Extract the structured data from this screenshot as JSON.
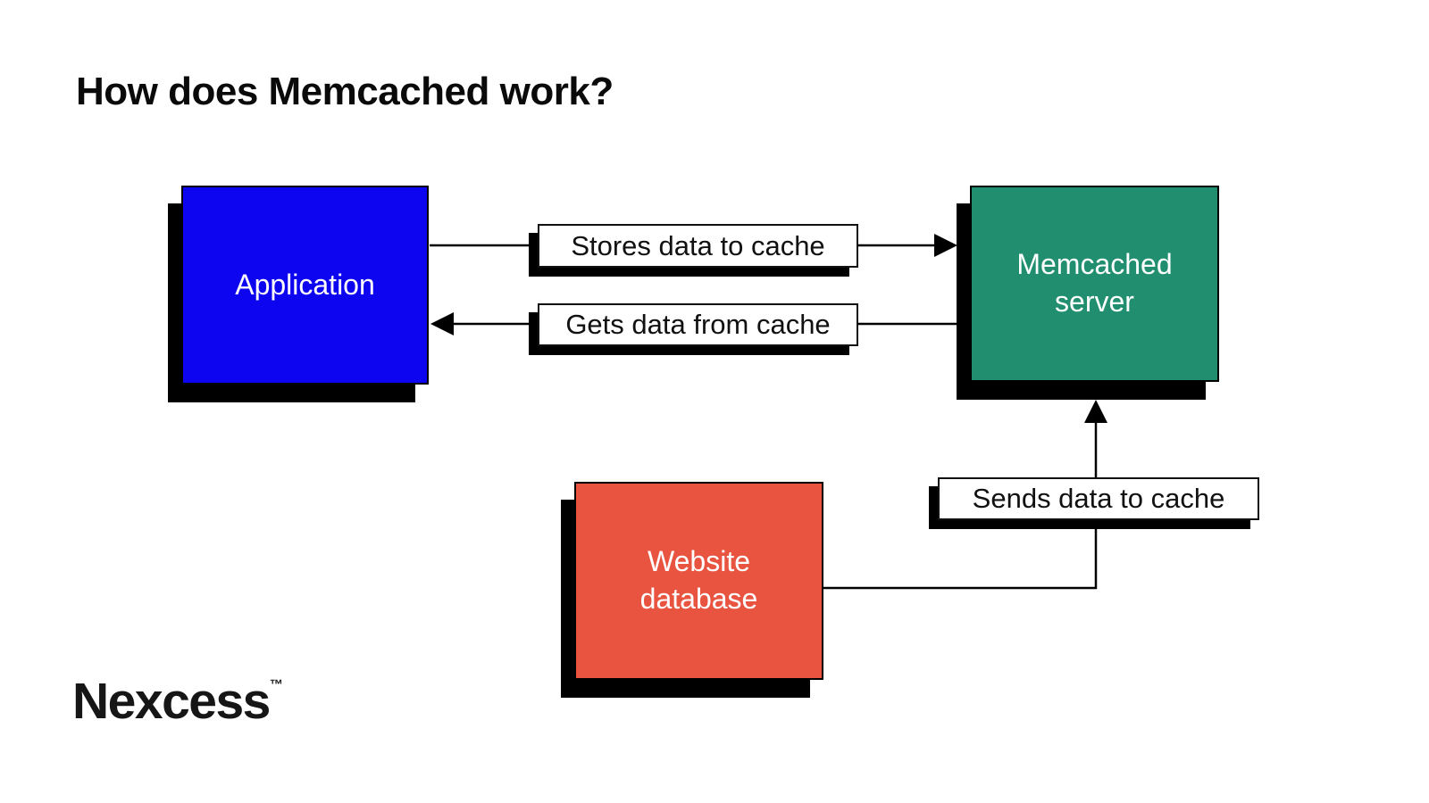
{
  "title": "How does Memcached work?",
  "diagram": {
    "nodes": {
      "application": {
        "label": "Application",
        "color": "#0D05F0"
      },
      "memcached_server": {
        "label": "Memcached\nserver",
        "color": "#218F6F"
      },
      "website_database": {
        "label": "Website\ndatabase",
        "color": "#E95440"
      }
    },
    "edges": {
      "stores": {
        "label": "Stores data to cache",
        "from": "application",
        "to": "memcached_server"
      },
      "gets": {
        "label": "Gets data from cache",
        "from": "memcached_server",
        "to": "application"
      },
      "sends": {
        "label": "Sends data to cache",
        "from": "website_database",
        "to": "memcached_server"
      }
    },
    "line_color": "#000000",
    "shadow_color": "#000000",
    "label_box_color": "#ffffff"
  },
  "footer": {
    "logo": "Nexcess",
    "trademark": "™"
  }
}
